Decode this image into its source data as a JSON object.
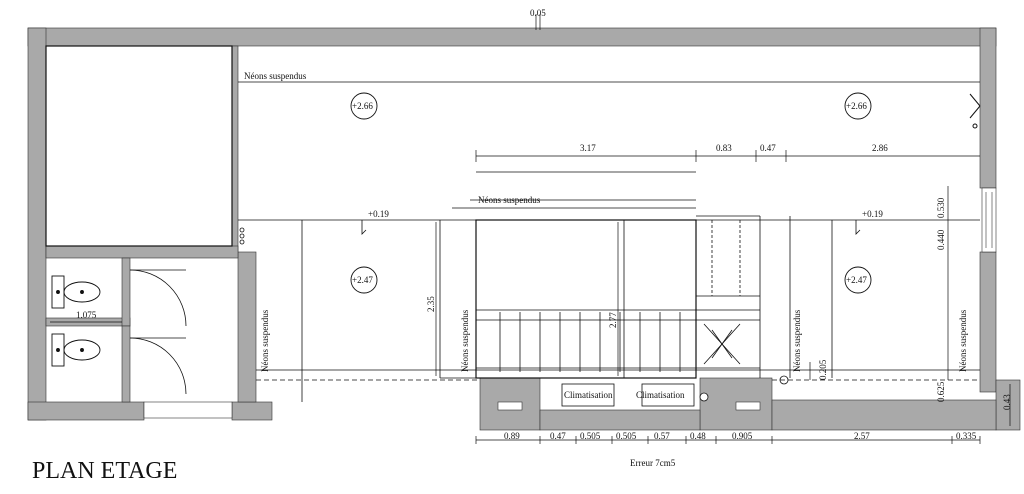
{
  "plan": {
    "title": "PLAN ETAGE",
    "wall_color": "#a9a9a9",
    "line_color": "#111111",
    "labels": {
      "neons_top": "Néons suspendus",
      "neons_mid": "Néons suspendus",
      "neons_v1": "Néons suspendus",
      "neons_v2": "Néons suspendus",
      "neons_v3": "Néons suspendus",
      "neons_v4": "Néons suspendus",
      "clim1": "Climatisation",
      "clim2": "Climatisation",
      "error": "Erreur 7cm5"
    },
    "levels": {
      "top_left": "+2.66",
      "top_right": "+2.66",
      "mid_left": "+2.47",
      "mid_right": "+2.47",
      "line_left": "+0.19",
      "line_right": "+0.19"
    },
    "dims": {
      "top": "0.05",
      "d317": "3.17",
      "d083": "0.83",
      "d047a": "0.47",
      "d286": "2.86",
      "d1075": "1.075",
      "d235": "2.35",
      "d277": "2.77",
      "d0530": "0.530",
      "d0440": "0.440",
      "d0205": "0.205",
      "d0625": "0.625",
      "d043": "0.43",
      "b089": "0.89",
      "b047": "0.47",
      "b0505a": "0.505",
      "b0505b": "0.505",
      "b057": "0.57",
      "b048": "0.48",
      "b0905": "0.905",
      "b257": "2.57",
      "b0335": "0.335"
    }
  }
}
